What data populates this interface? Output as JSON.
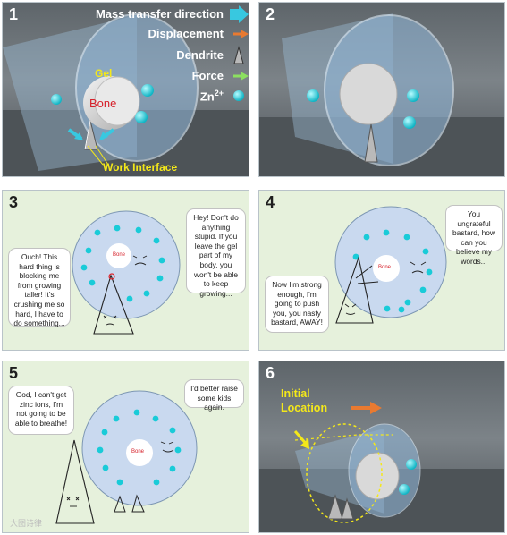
{
  "legend": {
    "mass_transfer": "Mass transfer direction",
    "displacement": "Displacement",
    "dendrite": "Dendrite",
    "force": "Force",
    "zn_base": "Zn",
    "zn_sup": "2+"
  },
  "colors": {
    "mass_transfer_arrow": "#38c8e0",
    "displacement_arrow": "#e97a30",
    "force_arrow": "#8ce060",
    "zinc_ion": "#19cbd8",
    "panel_bg_light": "#e6f1dc",
    "electrolyte_disk": "#c9d9ef",
    "interface_label": "#f4e81a"
  },
  "panels": [
    {
      "number": "1",
      "gel_label": "Gel",
      "bone_label": "Bone",
      "interface_label": "Work Interface"
    },
    {
      "number": "2"
    },
    {
      "number": "3",
      "bone_label": "Bone",
      "dendrite_speech": "Ouch! This hard thing is blocking me from growing taller! It's crushing me so hard, I have to do something...",
      "disk_speech": "Hey! Don't do anything stupid. If you leave the gel part of my body, you won't be able to keep growing..."
    },
    {
      "number": "4",
      "bone_label": "Bone",
      "dendrite_speech": "Now I'm strong enough, I'm going to push you, you nasty bastard, AWAY!",
      "disk_speech": "You ungrateful bastard, how can you believe my words..."
    },
    {
      "number": "5",
      "bone_label": "Bone",
      "dendrite_speech": "God, I can't get zinc ions, I'm not going to be able to breathe!",
      "disk_speech": "I'd better raise some kids again."
    },
    {
      "number": "6",
      "initial_label_line1": "Initial",
      "initial_label_line2": "Location"
    }
  ],
  "watermark": "大图诗律"
}
